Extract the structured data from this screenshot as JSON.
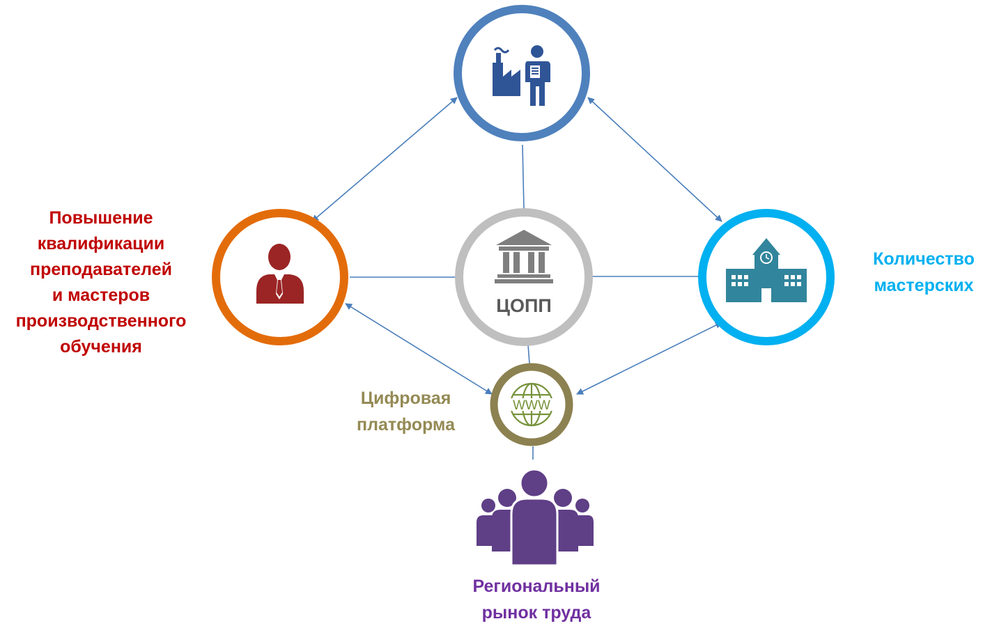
{
  "nodes": {
    "employer": {
      "icon": "factory-businessman-icon",
      "ring_color": "#4f81bd",
      "icon_color": "#2f5597"
    },
    "teachers": {
      "icon": "person-tie-icon",
      "ring_color": "#e36c0a",
      "icon_color": "#9b2525",
      "label_lines": [
        "Повышение",
        "квалификации",
        "преподавателей",
        "и мастеров",
        "производственного",
        "обучения"
      ],
      "label_color": "#c00000"
    },
    "copp": {
      "icon": "institution-building-icon",
      "ring_color": "#bfbfbf",
      "icon_color": "#7f7f7f",
      "text": "ЦОПП",
      "text_color": "#595959"
    },
    "workshops": {
      "icon": "school-building-icon",
      "ring_color": "#00b0f0",
      "icon_color": "#31859c",
      "label_lines": [
        "Количество",
        "мастерских"
      ],
      "label_color": "#00b0f0"
    },
    "platform": {
      "icon": "www-globe-icon",
      "ring_color": "#8c8150",
      "icon_color": "#77933c",
      "label_lines": [
        "Цифровая",
        "платформа"
      ],
      "label_color": "#948a54"
    },
    "market": {
      "icon": "people-group-icon",
      "icon_color": "#5f3f86",
      "label_lines": [
        "Региональный",
        "рынок труда"
      ],
      "label_color": "#7030a0"
    }
  },
  "connector_color": "#4a7ebb"
}
